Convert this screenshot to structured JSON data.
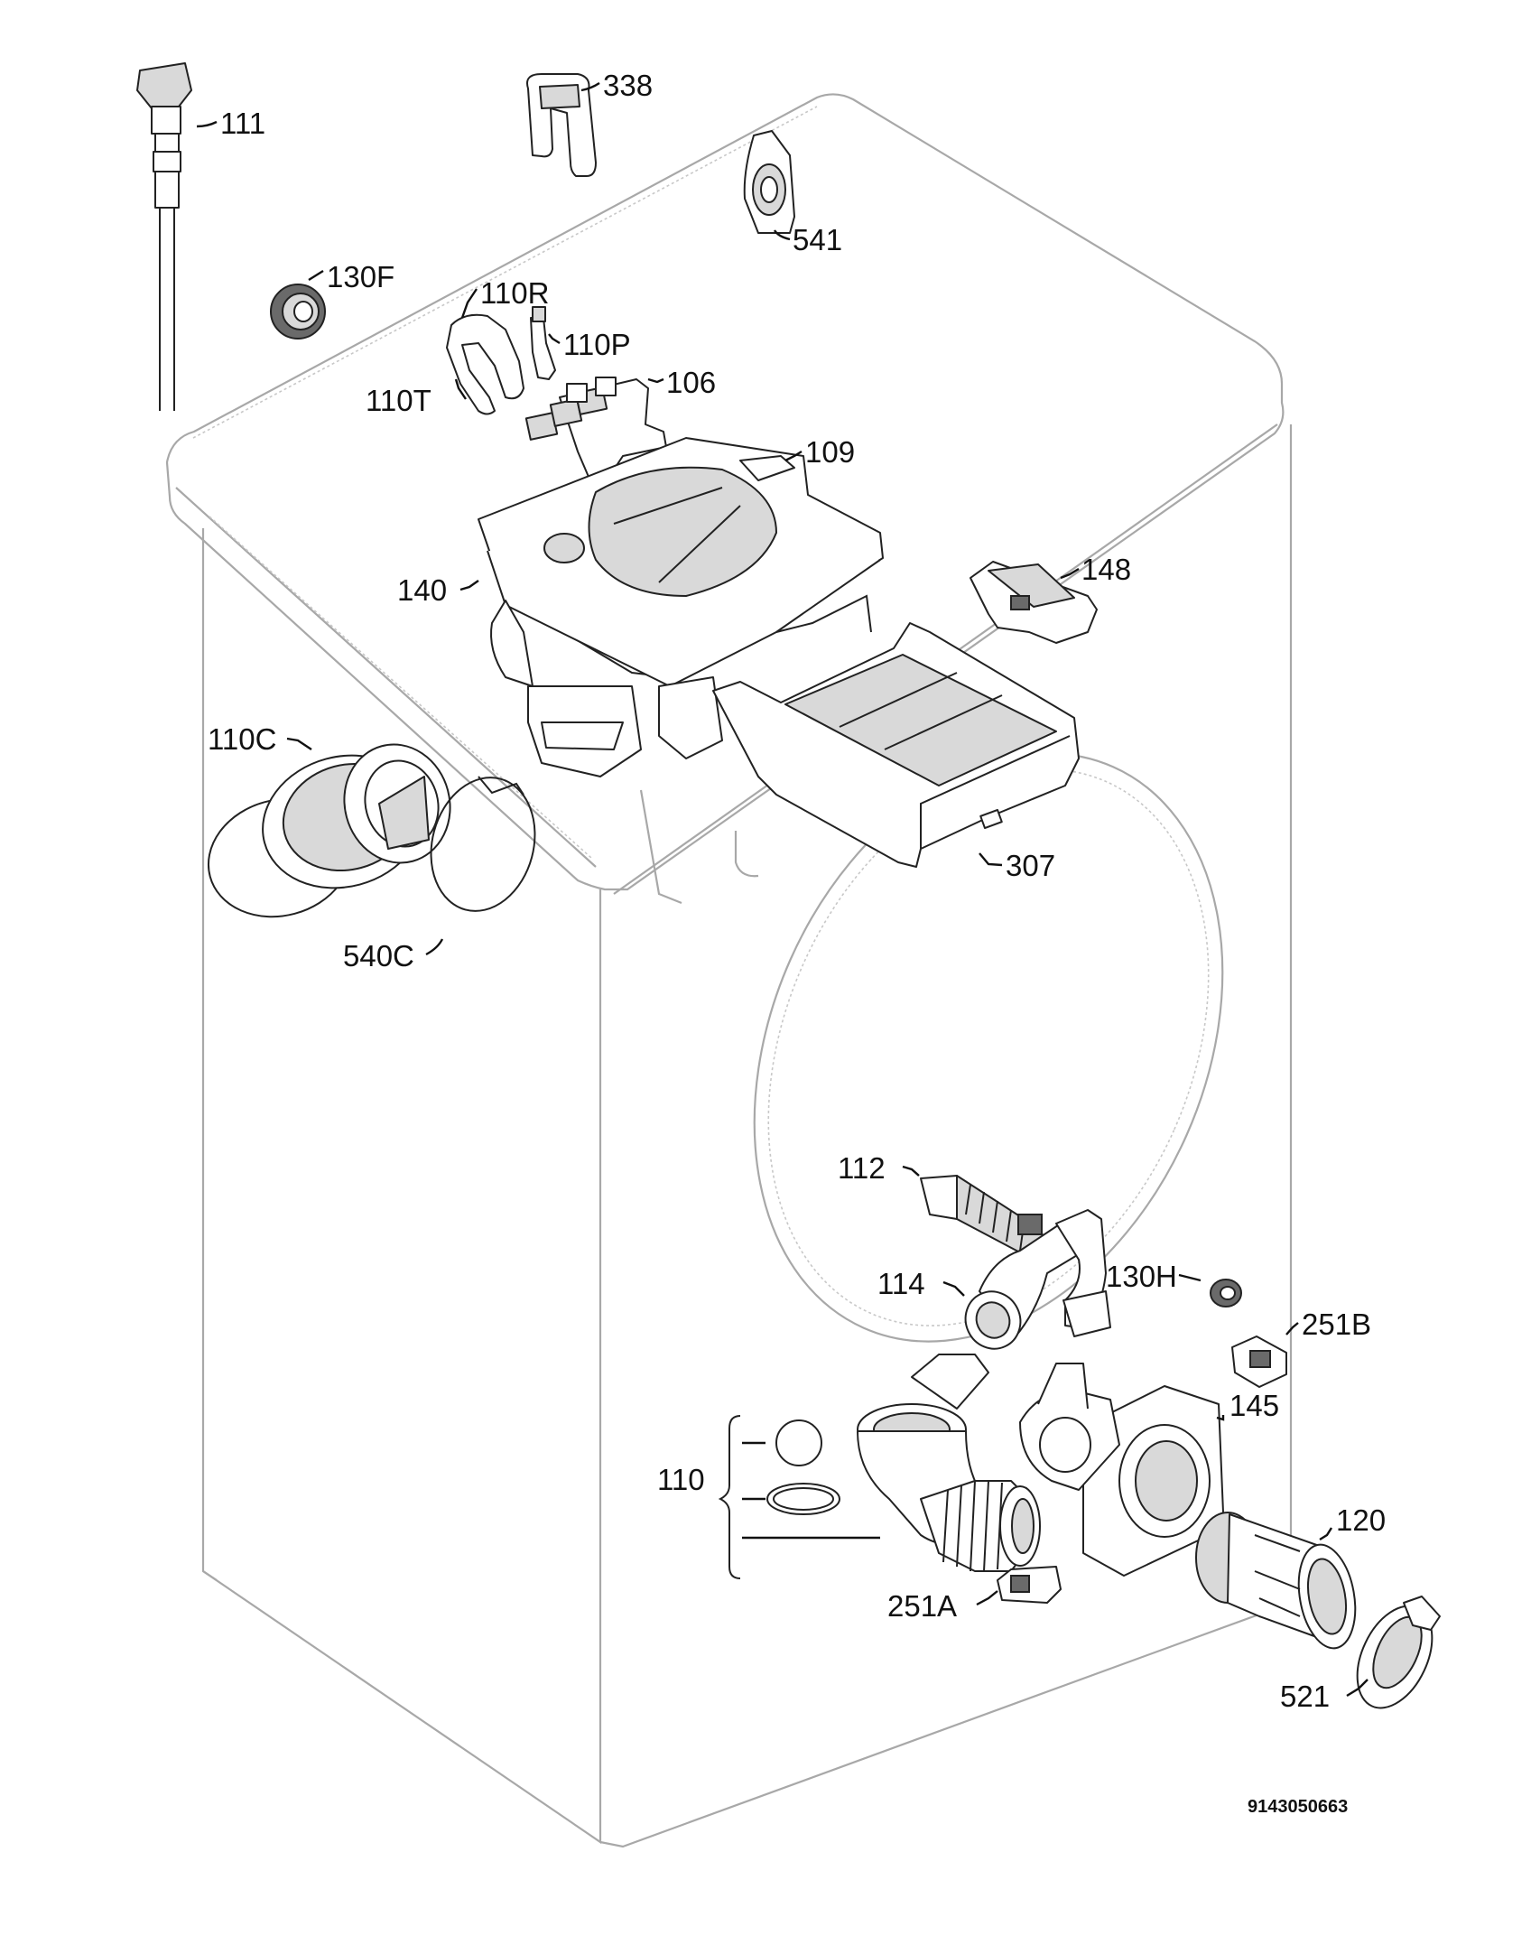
{
  "diagram": {
    "labels": {
      "p111": "111",
      "p338": "338",
      "p541": "541",
      "p130F": "130F",
      "p110R": "110R",
      "p110P": "110P",
      "p110T": "110T",
      "p106": "106",
      "p109": "109",
      "p140": "140",
      "p148": "148",
      "p110C": "110C",
      "p540C": "540C",
      "p307": "307",
      "p112": "112",
      "p114": "114",
      "p130H": "130H",
      "p251B": "251B",
      "p145": "145",
      "p110": "110",
      "p120": "120",
      "p251A": "251A",
      "p521": "521"
    },
    "reference_number": "9143050663"
  }
}
